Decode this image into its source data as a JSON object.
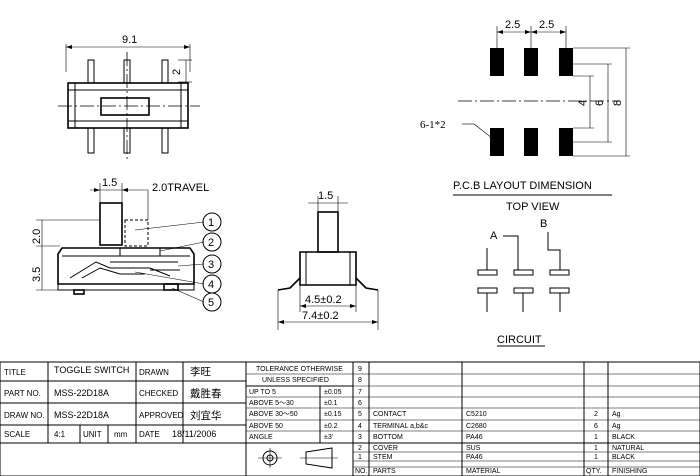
{
  "dims": {
    "width_9_1": "9.1",
    "height_2": "2",
    "pitch_a": "2.5",
    "pitch_b": "2.5",
    "span_4": "4",
    "span_6": "6",
    "span_8": "8",
    "pad_note": "6-1*2",
    "knob_1_5": "1.5",
    "travel": "2.0TRAVEL",
    "h_2_0": "2.0",
    "h_3_5": "3.5",
    "end_1_5": "1.5",
    "end_4_5": "4.5±0.2",
    "end_7_4": "7.4±0.2"
  },
  "balloons": [
    "1",
    "2",
    "3",
    "4",
    "5"
  ],
  "labels": {
    "pcb_layout": "P.C.B LAYOUT DIMENSION",
    "top_view": "TOP VIEW",
    "circuit": "CIRCUIT",
    "circuit_a": "A",
    "circuit_b": "B"
  },
  "title_block": {
    "title_label": "TITLE",
    "title_value": "TOGGLE SWITCH",
    "drawn_label": "DRAWN",
    "drawn_value": "李旺",
    "partno_label": "PART NO.",
    "partno_value": "MSS-22D18A",
    "checked_label": "CHECKED",
    "checked_value": "戴胜春",
    "drawno_label": "DRAW NO.",
    "drawno_value": "MSS-22D18A",
    "approved_label": "APPROVED",
    "approved_value": "刘宜华",
    "scale_label": "SCALE",
    "scale_value": "4:1",
    "unit_label": "UNIT",
    "unit_value": "mm",
    "date_label": "DATE",
    "date_value": "18/11/2006"
  },
  "tolerance": {
    "header_1": "TOLERANCE OTHERWISE",
    "header_2": "UNLESS SPECIFIED",
    "rows": [
      {
        "range": "UP TO 5",
        "tol": "±0.05"
      },
      {
        "range": "ABOVE 5～30",
        "tol": "±0.1"
      },
      {
        "range": "ABOVE 30～50",
        "tol": "±0.15"
      },
      {
        "range": "ABOVE 50",
        "tol": "±0.2"
      },
      {
        "range": "ANGLE",
        "tol": "±3'"
      }
    ]
  },
  "bom": {
    "rows": [
      {
        "no": "9",
        "part": "",
        "material": "",
        "qty": "",
        "finish": ""
      },
      {
        "no": "8",
        "part": "",
        "material": "",
        "qty": "",
        "finish": ""
      },
      {
        "no": "7",
        "part": "",
        "material": "",
        "qty": "",
        "finish": ""
      },
      {
        "no": "6",
        "part": "",
        "material": "",
        "qty": "",
        "finish": ""
      },
      {
        "no": "5",
        "part": "CONTACT",
        "material": "C5210",
        "qty": "2",
        "finish": "Ag"
      },
      {
        "no": "4",
        "part": "TERMINAL  a,b&c",
        "material": "C2680",
        "qty": "6",
        "finish": "Ag"
      },
      {
        "no": "3",
        "part": "BOTTOM",
        "material": "PA46",
        "qty": "1",
        "finish": "BLACK"
      },
      {
        "no": "2",
        "part": "COVER",
        "material": "SUS",
        "qty": "1",
        "finish": "NATURAL"
      },
      {
        "no": "1",
        "part": "STEM",
        "material": "PA46",
        "qty": "1",
        "finish": "BLACK"
      }
    ],
    "header": {
      "no": "NO.",
      "part": "PARTS",
      "material": "MATERIAL",
      "qty": "QTY.",
      "finish": "FINISHING"
    }
  }
}
